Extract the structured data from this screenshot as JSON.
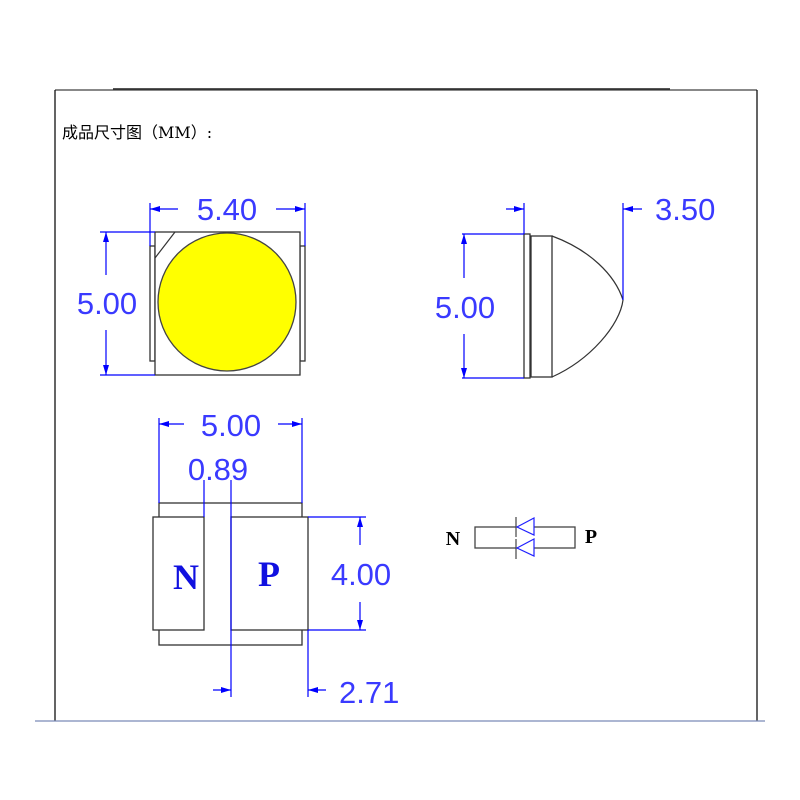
{
  "title": "成品尺寸图（MM）:",
  "top_view": {
    "width_label": "5.40",
    "height_label": "5.00",
    "lens_color": "#ffff00"
  },
  "side_view": {
    "height_label": "5.00",
    "depth_label": "3.50"
  },
  "bottom_view": {
    "width_label": "5.00",
    "gap_label": "0.89",
    "pad_height_label": "4.00",
    "pad_offset_label": "2.71",
    "n_pad_label": "N",
    "p_pad_label": "P"
  },
  "symbol": {
    "n_label": "N",
    "p_label": "P"
  },
  "colors": {
    "dimension": "#0000ff",
    "outline": "#333333"
  }
}
